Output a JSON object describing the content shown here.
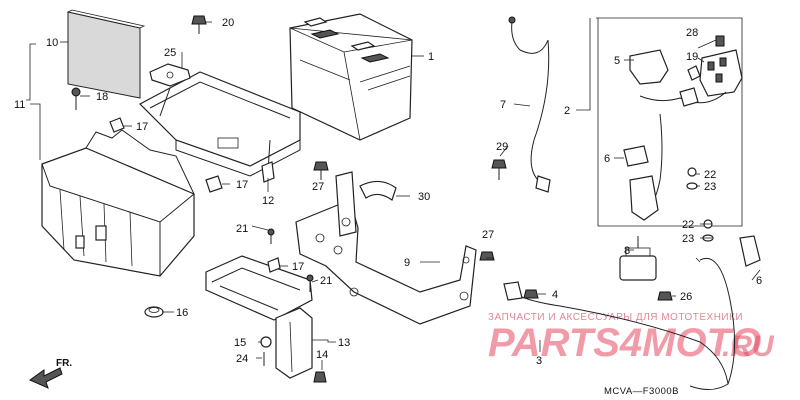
{
  "diagram": {
    "drawing_code": "MCVA—F3000B",
    "front_label": "FR.",
    "watermark": {
      "line1": "ЗАПЧАСТИ И АКСЕССУАРЫ ДЛЯ МОТОТЕХНИКИ",
      "brand": "PARTS4MOTO",
      "domain": ".RU"
    },
    "callouts": {
      "c1": "1",
      "c2": "2",
      "c3": "3",
      "c4": "4",
      "c5": "5",
      "c6a": "6",
      "c6b": "6",
      "c7": "7",
      "c8": "8",
      "c9": "9",
      "c10": "10",
      "c11": "11",
      "c12": "12",
      "c13": "13",
      "c14": "14",
      "c15": "15",
      "c16": "16",
      "c17a": "17",
      "c17b": "17",
      "c18": "18",
      "c19": "19",
      "c20": "20",
      "c21a": "21",
      "c21b": "21",
      "c22a": "22",
      "c22b": "22",
      "c23a": "23",
      "c23b": "23",
      "c24": "24",
      "c25": "25",
      "c26": "26",
      "c27a": "27",
      "c27b": "27",
      "c28": "28",
      "c29": "29",
      "c30": "30"
    }
  }
}
